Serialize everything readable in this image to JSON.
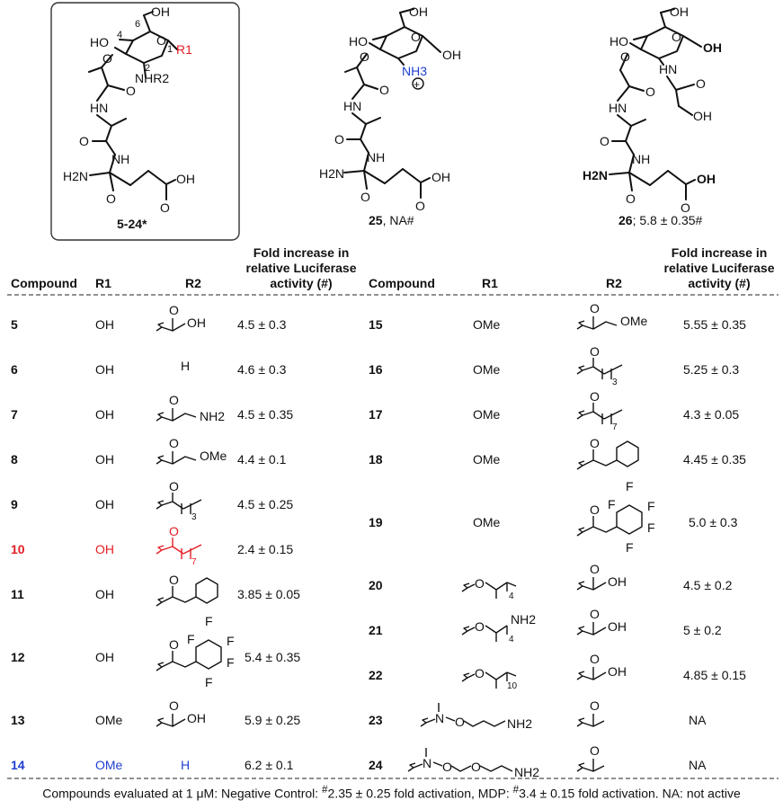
{
  "structures": {
    "generic": {
      "caption": "5-24*",
      "atoms": [
        "OH",
        "6",
        "HO",
        "4",
        "O",
        "1",
        "R1",
        "2",
        "NHR2",
        "O",
        "O",
        "HN",
        "O",
        "NH",
        "H2N",
        "O",
        "OH",
        "O"
      ]
    },
    "c25": {
      "caption_num": "25",
      "caption_rest": ", NA#",
      "atoms": [
        "OH",
        "HO",
        "O",
        "OH",
        "O",
        "NH3",
        "+",
        "O",
        "HN",
        "O",
        "NH",
        "H2N",
        "O",
        "OH",
        "O"
      ]
    },
    "c26": {
      "caption_num": "26",
      "caption_rest": "; 5.8 ± 0.35#",
      "atoms": [
        "OH",
        "HO",
        "O",
        "OH",
        "O",
        "HN",
        "O",
        "O",
        "OH",
        "HN",
        "O",
        "NH",
        "H2N",
        "O",
        "OH",
        "O"
      ]
    }
  },
  "table": {
    "headers": {
      "compound": "Compound",
      "r1": "R1",
      "r2": "R2",
      "activity_line1": "Fold increase in",
      "activity_line2": "relative Luciferase",
      "activity_line3": "activity (#)"
    },
    "left_rows": [
      {
        "compound": "5",
        "r1": "OH",
        "r2": "C(O)CH2OH",
        "activity": "4.5 ± 0.3"
      },
      {
        "compound": "6",
        "r1": "OH",
        "r2": "H",
        "activity": "4.6 ± 0.3"
      },
      {
        "compound": "7",
        "r1": "OH",
        "r2": "C(O)CH2NH2",
        "activity": "4.5 ± 0.35"
      },
      {
        "compound": "8",
        "r1": "OH",
        "r2": "C(O)CH2OMe",
        "activity": "4.4 ± 0.1"
      },
      {
        "compound": "9",
        "r1": "OH",
        "r2": "C(O)(CH2)3CH3",
        "activity": "4.5 ± 0.25"
      },
      {
        "compound": "10",
        "r1": "OH",
        "r2": "C(O)(CH2)7CH3",
        "activity": "2.4 ± 0.15",
        "highlight": "#e31e24"
      },
      {
        "compound": "11",
        "r1": "OH",
        "r2": "C(O)CH2Ph",
        "activity": "3.85 ± 0.05"
      },
      {
        "compound": "12",
        "r1": "OH",
        "r2": "C(O)CH2C6F5",
        "activity": "5.4 ± 0.35"
      },
      {
        "compound": "13",
        "r1": "OMe",
        "r2": "C(O)CH2OH",
        "activity": "5.9 ± 0.25"
      },
      {
        "compound": "14",
        "r1": "OMe",
        "r2": "H",
        "activity": "6.2 ± 0.1",
        "highlight": "#1f3fd0"
      }
    ],
    "right_rows": [
      {
        "compound": "15",
        "r1": "OMe",
        "r2": "C(O)CH2OMe",
        "activity": "5.55 ± 0.35"
      },
      {
        "compound": "16",
        "r1": "OMe",
        "r2": "C(O)(CH2)3CH3",
        "activity": "5.25 ± 0.3"
      },
      {
        "compound": "17",
        "r1": "OMe",
        "r2": "C(O)(CH2)7CH3",
        "activity": "4.3 ± 0.05"
      },
      {
        "compound": "18",
        "r1": "OMe",
        "r2": "C(O)CH2Ph",
        "activity": "4.45 ± 0.35"
      },
      {
        "compound": "19",
        "r1": "OMe",
        "r2": "C(O)CH2C6F5",
        "activity": "5.0 ± 0.3"
      },
      {
        "compound": "20",
        "r1": "O(CH2)4CH3",
        "r2": "C(O)CH2OH",
        "activity": "4.5 ± 0.2"
      },
      {
        "compound": "21",
        "r1": "O(CH2)4NH2",
        "r2": "C(O)CH2OH",
        "activity": "5 ± 0.2"
      },
      {
        "compound": "22",
        "r1": "O(CH2)10CH3",
        "r2": "C(O)CH2OH",
        "activity": "4.85 ± 0.15"
      },
      {
        "compound": "23",
        "r1": "N(Me)O(CH2)3NH2",
        "r2": "C(O)CH3",
        "activity": "NA"
      },
      {
        "compound": "24",
        "r1": "N(Me)O(CH2)2O(CH2)2NH2",
        "r2": "C(O)CH3",
        "activity": "NA"
      }
    ],
    "fragment_labels": {
      "oh": "OH",
      "nh2": "NH2",
      "ome": "OMe",
      "o": "O",
      "f": "F",
      "h": "H",
      "n": "N",
      "sub3": "3",
      "sub4": "4",
      "sub7": "7",
      "sub10": "10"
    }
  },
  "footer": {
    "text_a": "Compounds evaluated at 1 μM: Negative Control: ",
    "sup_a": "#",
    "text_b": "2.35 ± 0.25 fold activation, MDP: ",
    "sup_b": "#",
    "text_c": "3.4 ± 0.15 fold activation. NA: not active"
  }
}
